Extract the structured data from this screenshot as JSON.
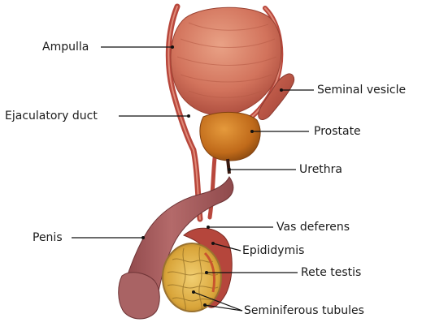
{
  "labels": {
    "ampulla": "Ampulla",
    "ejaculatory_duct": "Ejaculatory duct",
    "penis": "Penis",
    "seminal_vesicle": "Seminal vesicle",
    "prostate": "Prostate",
    "urethra": "Urethra",
    "vas_deferens": "Vas deferens",
    "epididymis": "Epididymis",
    "rete_testis": "Rete testis",
    "seminiferous_tubules": "Seminiferous tubules"
  },
  "colors": {
    "bladder": "#d9826a",
    "prostate": "#c8741e",
    "duct": "#b8473c",
    "penis": "#a4585a",
    "testis_yellow": "#e8b84a",
    "leader": "#111111"
  }
}
